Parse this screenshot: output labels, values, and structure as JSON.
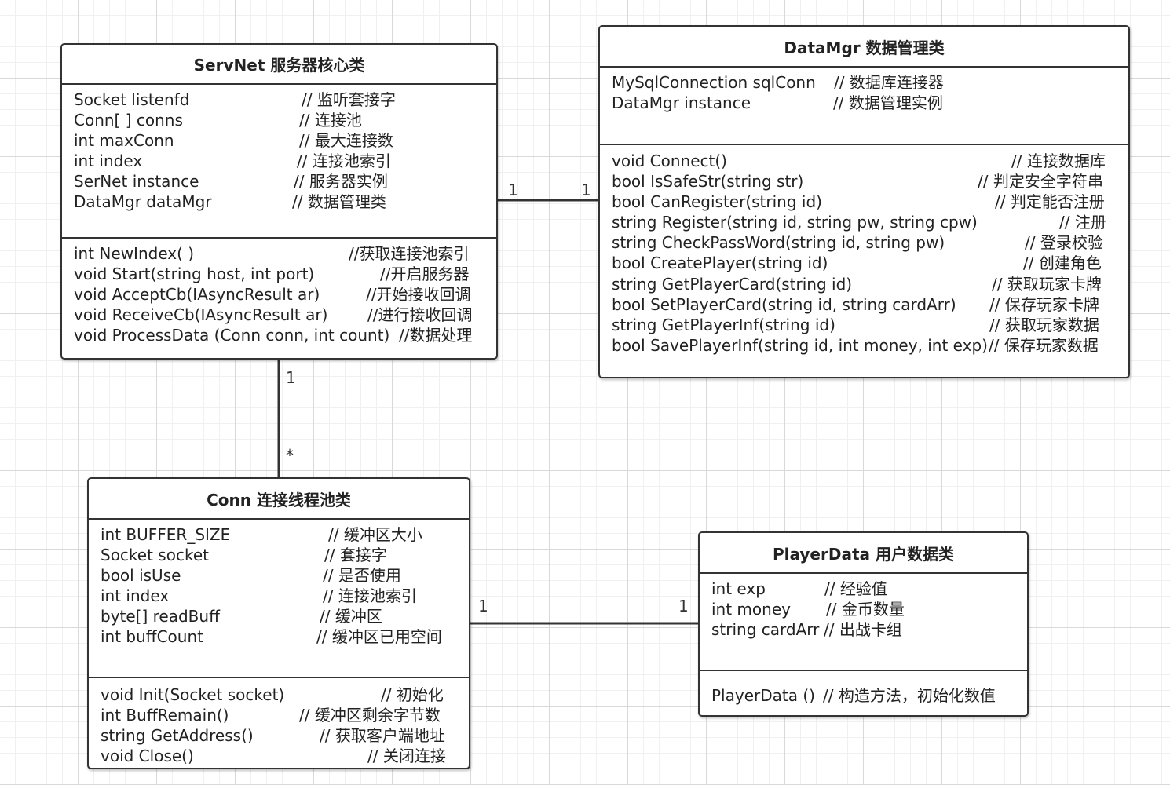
{
  "servnet": {
    "title": "ServNet 服务器核心类",
    "attributes": [
      {
        "code": "Socket listenfd",
        "comment": "// 监听套接字"
      },
      {
        "code": "Conn[ ] conns",
        "comment": "// 连接池"
      },
      {
        "code": "int maxConn",
        "comment": "// 最大连接数"
      },
      {
        "code": "int index",
        "comment": "// 连接池索引"
      },
      {
        "code": "SerNet instance",
        "comment": "// 服务器实例"
      },
      {
        "code": "DataMgr dataMgr",
        "comment": "// 数据管理类"
      }
    ],
    "methods": [
      {
        "code": "int NewIndex( )",
        "comment": "//获取连接池索引"
      },
      {
        "code": "void Start(string host, int port)",
        "comment": "//开启服务器"
      },
      {
        "code": "void AcceptCb(IAsyncResult ar)",
        "comment": "//开始接收回调"
      },
      {
        "code": "void ReceiveCb(IAsyncResult ar)",
        "comment": "//进行接收回调"
      },
      {
        "code": "void ProcessData (Conn conn, int count)",
        "comment": "//数据处理"
      }
    ]
  },
  "datamgr": {
    "title": "DataMgr 数据管理类",
    "attributes": [
      {
        "code": "MySqlConnection sqlConn",
        "comment": "// 数据库连接器"
      },
      {
        "code": "DataMgr instance",
        "comment": "// 数据管理实例"
      }
    ],
    "methods": [
      {
        "code": "void Connect()",
        "comment": "// 连接数据库"
      },
      {
        "code": "bool IsSafeStr(string str)",
        "comment": "// 判定安全字符串"
      },
      {
        "code": "bool CanRegister(string id)",
        "comment": "// 判定能否注册"
      },
      {
        "code": "string Register(string id, string pw, string cpw)",
        "comment": "// 注册"
      },
      {
        "code": "string CheckPassWord(string id, string pw)",
        "comment": "// 登录校验"
      },
      {
        "code": "bool CreatePlayer(string id)",
        "comment": "// 创建角色"
      },
      {
        "code": "string GetPlayerCard(string id)",
        "comment": "// 获取玩家卡牌"
      },
      {
        "code": "bool SetPlayerCard(string id, string cardArr)",
        "comment": "// 保存玩家卡牌"
      },
      {
        "code": "string GetPlayerInf(string id)",
        "comment": "// 获取玩家数据"
      },
      {
        "code": "bool SavePlayerInf(string id, int money, int exp)",
        "comment": "// 保存玩家数据"
      }
    ]
  },
  "conn": {
    "title": "Conn 连接线程池类",
    "attributes": [
      {
        "code": "int BUFFER_SIZE",
        "comment": "// 缓冲区大小"
      },
      {
        "code": "Socket socket",
        "comment": "// 套接字"
      },
      {
        "code": "bool isUse",
        "comment": "// 是否使用"
      },
      {
        "code": "int index",
        "comment": "// 连接池索引"
      },
      {
        "code": "byte[] readBuff",
        "comment": "// 缓冲区"
      },
      {
        "code": "int buffCount",
        "comment": "// 缓冲区已用空间"
      }
    ],
    "methods": [
      {
        "code": "void Init(Socket socket)",
        "comment": "// 初始化"
      },
      {
        "code": "int BuffRemain()",
        "comment": "// 缓冲区剩余字节数"
      },
      {
        "code": "string GetAddress()",
        "comment": "// 获取客户端地址"
      },
      {
        "code": "void Close()",
        "comment": "// 关闭连接"
      }
    ]
  },
  "playerdata": {
    "title": "PlayerData 用户数据类",
    "attributes": [
      {
        "code": "int exp",
        "comment": "// 经验值"
      },
      {
        "code": "int money",
        "comment": "// 金币数量"
      },
      {
        "code": "string cardArr",
        "comment": "// 出战卡组"
      }
    ],
    "methods": [
      {
        "code": "PlayerData ()",
        "comment": "// 构造方法，初始化数值"
      }
    ]
  },
  "associations": {
    "servnet_datamgr": {
      "source_mult": "1",
      "target_mult": "1"
    },
    "servnet_conn": {
      "source_mult": "1",
      "target_mult": "*"
    },
    "conn_playerdata": {
      "source_mult": "1",
      "target_mult": "1"
    }
  }
}
